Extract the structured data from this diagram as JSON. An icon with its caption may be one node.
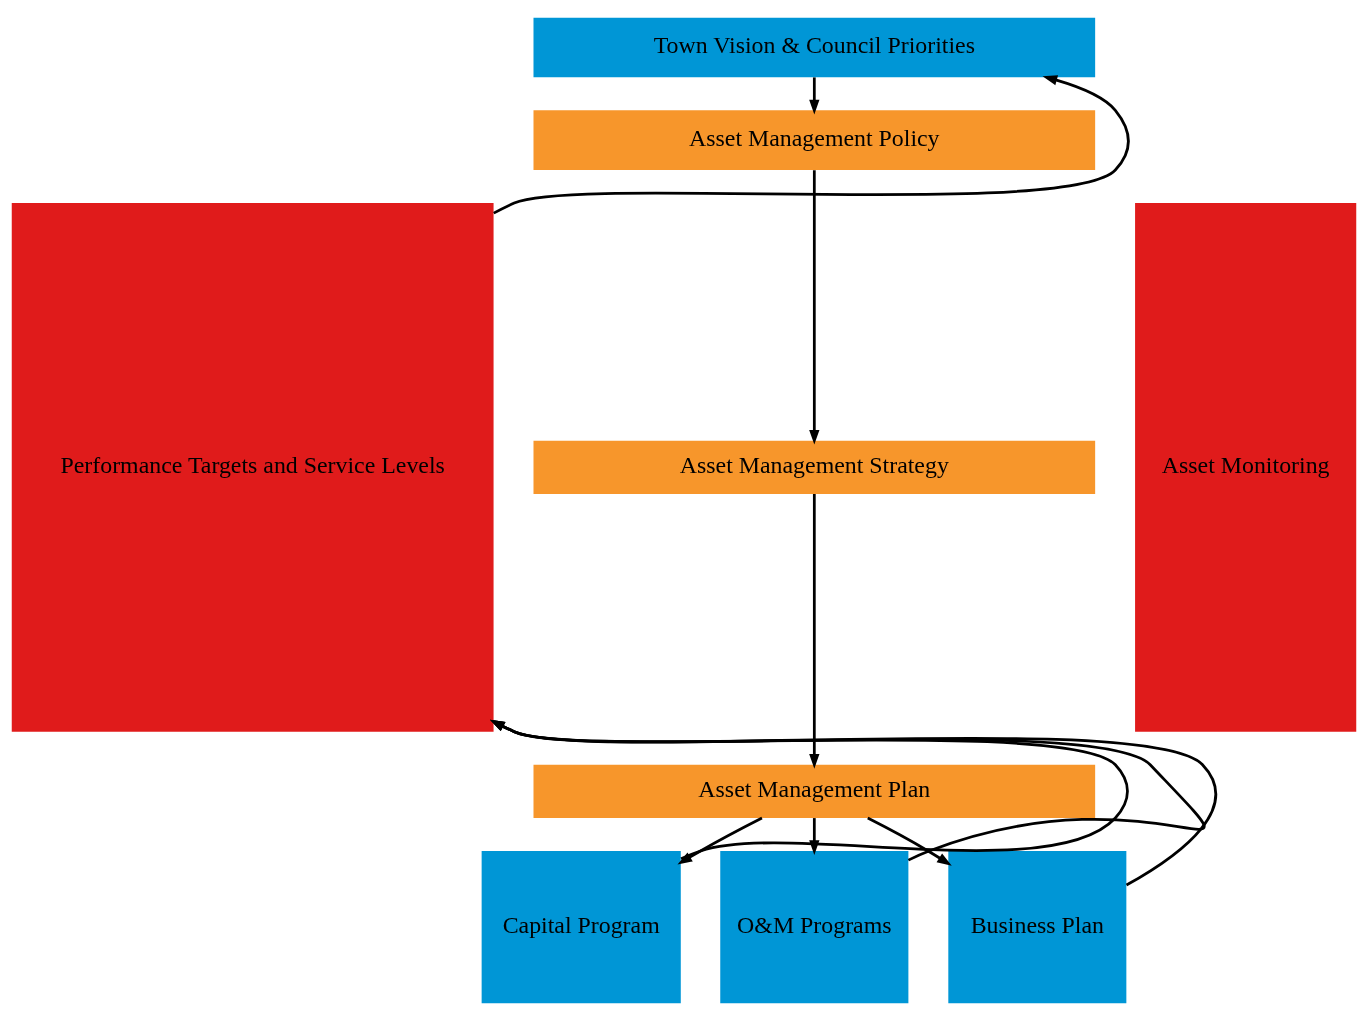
{
  "diagram": {
    "nodes": [
      {
        "text": [
          "Town Vision & Council Priorities"
        ]
      },
      {
        "text": [
          "Asset Management Policy"
        ]
      },
      {
        "text": [
          "Asset Management Strategy"
        ]
      },
      {
        "text": [
          "Asset Management Plan"
        ]
      },
      {
        "text": [
          "Capital Program"
        ]
      },
      {
        "text": [
          "O&M Programs"
        ]
      },
      {
        "text": [
          "Business Plan"
        ]
      },
      {
        "text": [
          "Performance Targets and Service Levels"
        ]
      },
      {
        "text": [
          "Asset Monitoring"
        ]
      }
    ],
    "edges": [
      {
        "from": 0,
        "to": 1,
        "arrow": "to"
      },
      {
        "from": 1,
        "to": 2,
        "arrow": "to"
      },
      {
        "from": 2,
        "to": 3,
        "arrow": "to"
      },
      {
        "from": 3,
        "to": 4,
        "arrow": "to"
      },
      {
        "from": 3,
        "to": 5,
        "arrow": "to"
      },
      {
        "from": 3,
        "to": 6,
        "arrow": "to"
      },
      {
        "from": 4,
        "to": 7,
        "arrow": "to"
      },
      {
        "from": 5,
        "to": 7,
        "arrow": "to"
      },
      {
        "from": 6,
        "to": 7,
        "arrow": "to"
      },
      {
        "from": 7,
        "to": 0,
        "arrow": "to"
      }
    ]
  }
}
